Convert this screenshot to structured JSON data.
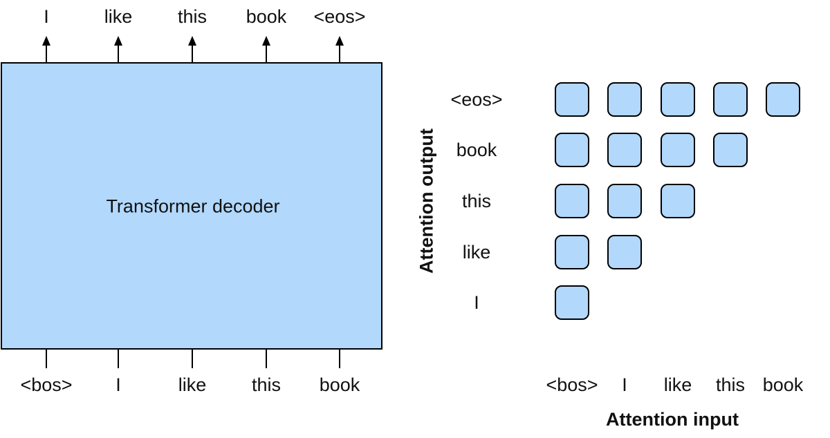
{
  "decoder": {
    "label": "Transformer decoder",
    "output_tokens": [
      "I",
      "like",
      "this",
      "book",
      "<eos>"
    ],
    "input_tokens": [
      "<bos>",
      "I",
      "like",
      "this",
      "book"
    ]
  },
  "attention_matrix": {
    "row_labels": [
      "<eos>",
      "book",
      "this",
      "like",
      "I"
    ],
    "column_labels": [
      "<bos>",
      "I",
      "like",
      "this",
      "book"
    ],
    "row_cell_counts": [
      5,
      4,
      3,
      2,
      1
    ],
    "x_axis_label": "Attention input",
    "y_axis_label": "Attention output"
  }
}
